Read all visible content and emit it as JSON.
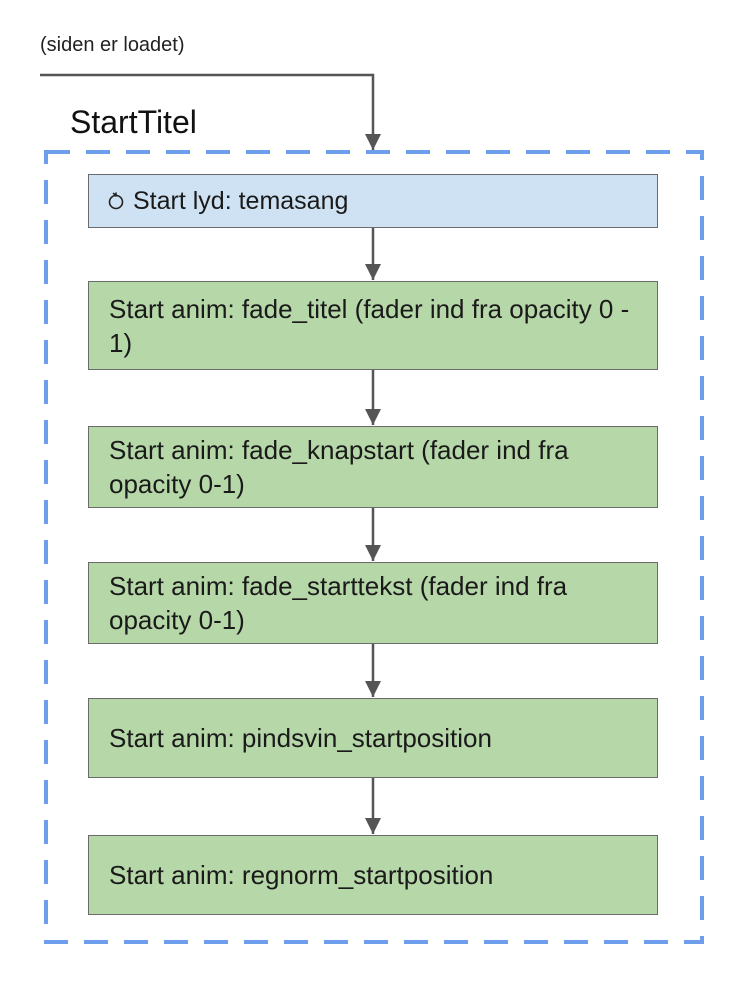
{
  "trigger": {
    "label": "(siden er loadet)"
  },
  "group": {
    "title": "StartTitel"
  },
  "steps": [
    {
      "kind": "sound",
      "icon": "sound-icon",
      "label": "Start lyd: temasang"
    },
    {
      "kind": "anim",
      "label": "Start anim: fade_titel (fader ind fra opacity 0 - 1)"
    },
    {
      "kind": "anim",
      "label": "Start anim: fade_knapstart (fader ind fra opacity 0-1)"
    },
    {
      "kind": "anim",
      "label": "Start anim: fade_starttekst (fader ind fra opacity 0-1)"
    },
    {
      "kind": "anim",
      "label": "Start anim: pindsvin_startposition"
    },
    {
      "kind": "anim",
      "label": "Start anim: regnorm_startposition"
    }
  ],
  "colors": {
    "group_border": "#6d9eeb",
    "sound_fill": "#cfe2f3",
    "anim_fill": "#b6d7a8",
    "connector": "#555555"
  }
}
